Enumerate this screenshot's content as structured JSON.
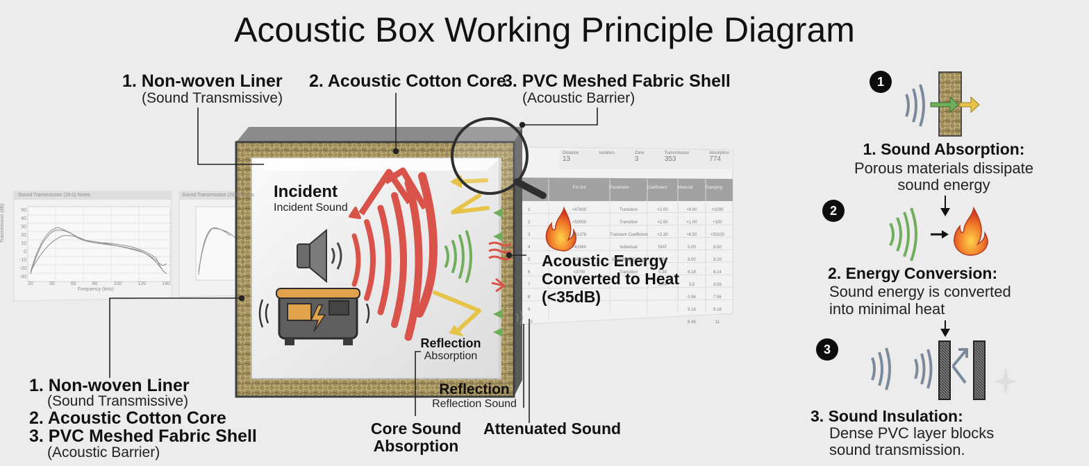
{
  "title": "Acoustic Box Working Principle Diagram",
  "top_labels": [
    {
      "main": "1. Non-woven Liner",
      "sub": "(Sound Transmissive)"
    },
    {
      "main": "2. Acoustic Cotton Core",
      "sub": ""
    },
    {
      "main": "3. PVC Meshed Fabric Shell",
      "sub": "(Acoustic Barrier)"
    }
  ],
  "box_labels": {
    "incident_title": "Incident",
    "incident_sub": "Incident Sound",
    "reflection_title": "Reflection",
    "reflection_sub": "Absorption",
    "reflection2_title": "Reflection",
    "reflection2_sub": "Reflection Sound",
    "core": "Core Sound Absorption",
    "attenuated": "Attenuated Sound",
    "heat": [
      "Acoustic Energy",
      "Converted to Heat",
      "(<35dB)"
    ]
  },
  "bottom_legend": [
    {
      "main": "1. Non-woven Liner",
      "sub": "(Sound Transmissive)"
    },
    {
      "main": "2. Acoustic Cotton Core",
      "sub": ""
    },
    {
      "main": "3. PVC Meshed Fabric Shell",
      "sub": "(Acoustic Barrier)"
    }
  ],
  "steps": [
    {
      "number": "1",
      "title": "1. Sound Absorption:",
      "lines": [
        "Porous materials dissipate",
        "sound energy"
      ]
    },
    {
      "number": "2",
      "title": "2. Energy Conversion:",
      "lines": [
        "Sound energy is converted",
        "into minimal heat"
      ]
    },
    {
      "number": "3",
      "title": "3. Sound Insulation:",
      "lines": [
        "Dense PVC layer blocks",
        "sound transmission."
      ]
    }
  ],
  "bg_charts": {
    "left_title": "Sound Transmission (20.0) Notes",
    "mid_title": "Sound Transmission (20.0) Notes",
    "ylabel": "Transmission (dB)",
    "xlabel": "Frequency (kHz)",
    "yticks": [
      "50",
      "40",
      "30",
      "20",
      "10",
      "0",
      "-10",
      "-20",
      "-30"
    ],
    "xticks": [
      "20",
      "30",
      "60",
      "80",
      "100",
      "120",
      "140"
    ]
  },
  "bg_table": {
    "stats": [
      {
        "label": "Distance",
        "value": "13"
      },
      {
        "label": "Isolation",
        "value": ""
      },
      {
        "label": "Zone",
        "value": "3"
      },
      {
        "label": "Transmission",
        "value": "353"
      },
      {
        "label": "Absorption",
        "value": "774"
      }
    ],
    "headers": [
      "",
      "Fst 3rd",
      "Parameter",
      "Coefficient",
      "Material",
      "Damping"
    ],
    "rows": [
      [
        "1",
        "<47600",
        "Transition",
        "<2.00",
        "+8.00",
        "+1000"
      ],
      [
        "2",
        "<50000",
        "Transition",
        "<2.00",
        "<1.00",
        "+100"
      ],
      [
        "3",
        "<41376",
        "Transient Coefficient",
        "<2.30",
        "+8.50",
        "+50100"
      ],
      [
        "4",
        "<41560",
        "Individual",
        "SIAT",
        "5.00",
        "8.50"
      ],
      [
        "5",
        "<90000",
        "Smoothing Energy",
        "8.04",
        "8.00",
        "8.20"
      ],
      [
        "6",
        "<3700",
        "Transition",
        "5.38",
        "6.18",
        "8.14"
      ],
      [
        "7",
        "",
        "",
        "5.74",
        "3.5",
        "8.56"
      ],
      [
        "8",
        "",
        "",
        "",
        "0.56",
        "7.56"
      ],
      [
        "9",
        "",
        "",
        "",
        "9.16",
        "9.18"
      ],
      [
        "10",
        "",
        "",
        "",
        "8.49",
        "11"
      ]
    ]
  },
  "colors": {
    "red_wave": "#d9534a",
    "green_wave": "#6fae5a",
    "yellow_arrow": "#e6c44a",
    "wall": "#8c7a4d",
    "frame": "#4a4a4a"
  },
  "icons": [
    "speaker-icon",
    "generator-icon",
    "flame-icon",
    "magnifier-icon",
    "sound-wave-icon",
    "barrier-icon"
  ]
}
